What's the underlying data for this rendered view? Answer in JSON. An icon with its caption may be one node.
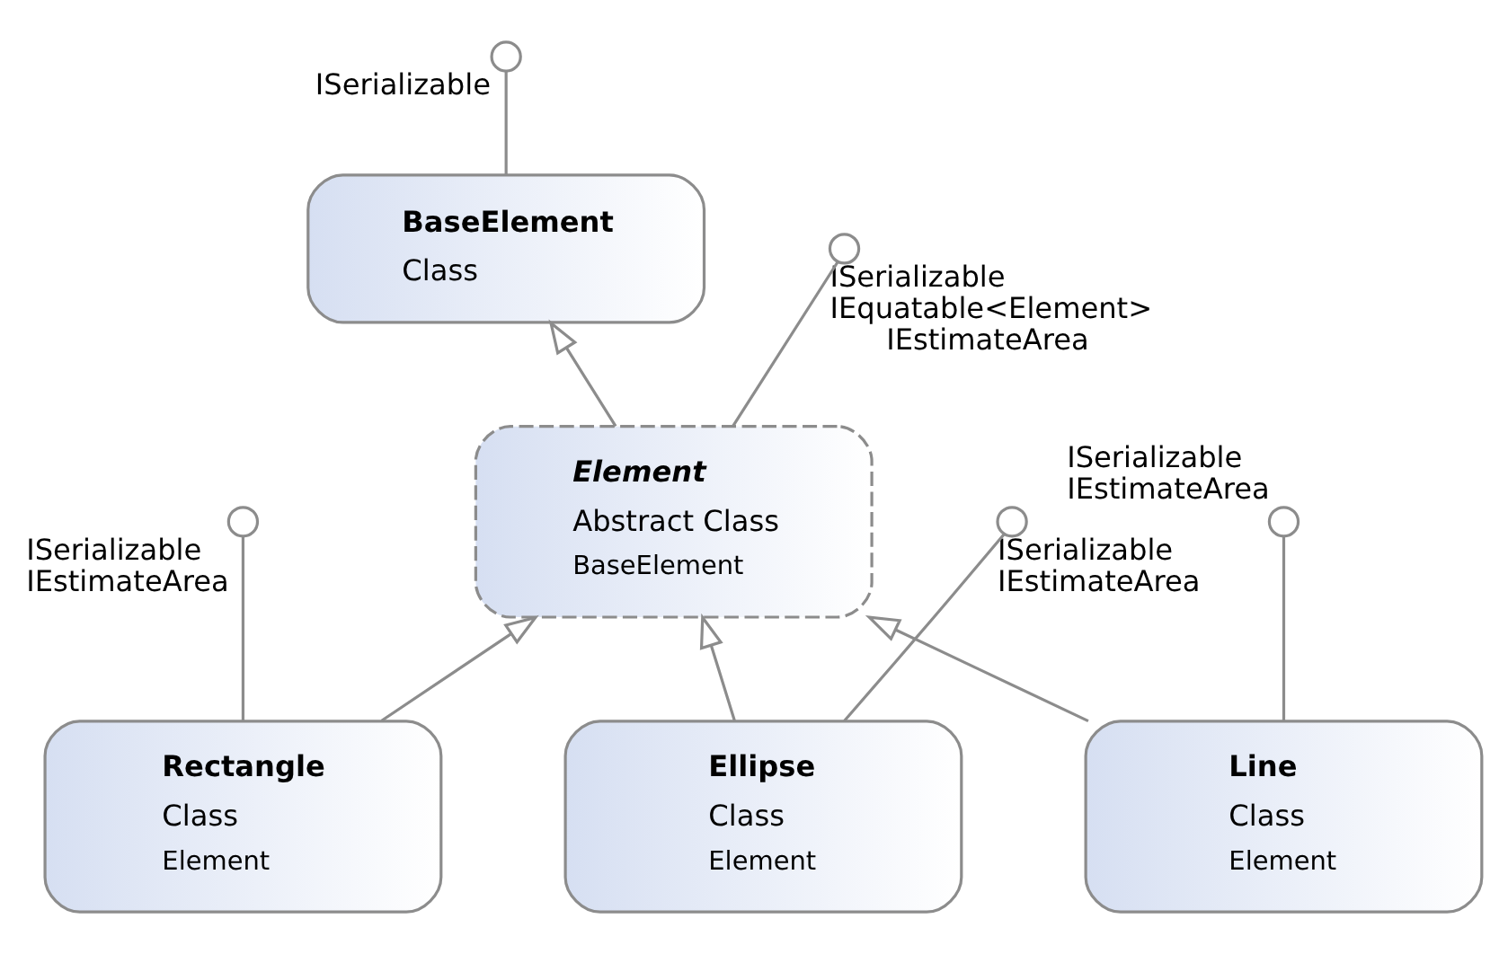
{
  "diagram": {
    "nodes": [
      {
        "text": [],
        "shape": "circle",
        "beside": [
          "ISerializable"
        ]
      },
      {
        "text": [
          "BaseElement",
          "Class"
        ]
      },
      {
        "text": [],
        "shape": "circle",
        "beside": [
          "ISerializable",
          "IEquatable<Element>",
          "IEstimateArea"
        ]
      },
      {
        "text": [
          "Element",
          "Abstract Class",
          "BaseElement"
        ]
      },
      {
        "text": [],
        "shape": "circle",
        "beside": [
          "ISerializable",
          "IEstimateArea"
        ]
      },
      {
        "text": [
          "Rectangle",
          "Class",
          "Element"
        ]
      },
      {
        "text": [],
        "shape": "circle",
        "beside": [
          "ISerializable",
          "IEstimateArea"
        ]
      },
      {
        "text": [
          "Ellipse",
          "Class",
          "Element"
        ]
      },
      {
        "text": [],
        "shape": "circle",
        "beside": [
          "ISerializable",
          "IEstimateArea"
        ]
      },
      {
        "text": [
          "Line",
          "Class",
          "Element"
        ]
      }
    ],
    "edges": [
      {
        "from": 1,
        "to": 0,
        "arrow": "none"
      },
      {
        "from": 3,
        "to": 2,
        "arrow": "none"
      },
      {
        "from": 3,
        "to": 1,
        "arrow": "to"
      },
      {
        "from": 5,
        "to": 4,
        "arrow": "none"
      },
      {
        "from": 5,
        "to": 3,
        "arrow": "to"
      },
      {
        "from": 7,
        "to": 6,
        "arrow": "none"
      },
      {
        "from": 7,
        "to": 3,
        "arrow": "to"
      },
      {
        "from": 9,
        "to": 8,
        "arrow": "none"
      },
      {
        "from": 9,
        "to": 3,
        "arrow": "to"
      }
    ]
  }
}
